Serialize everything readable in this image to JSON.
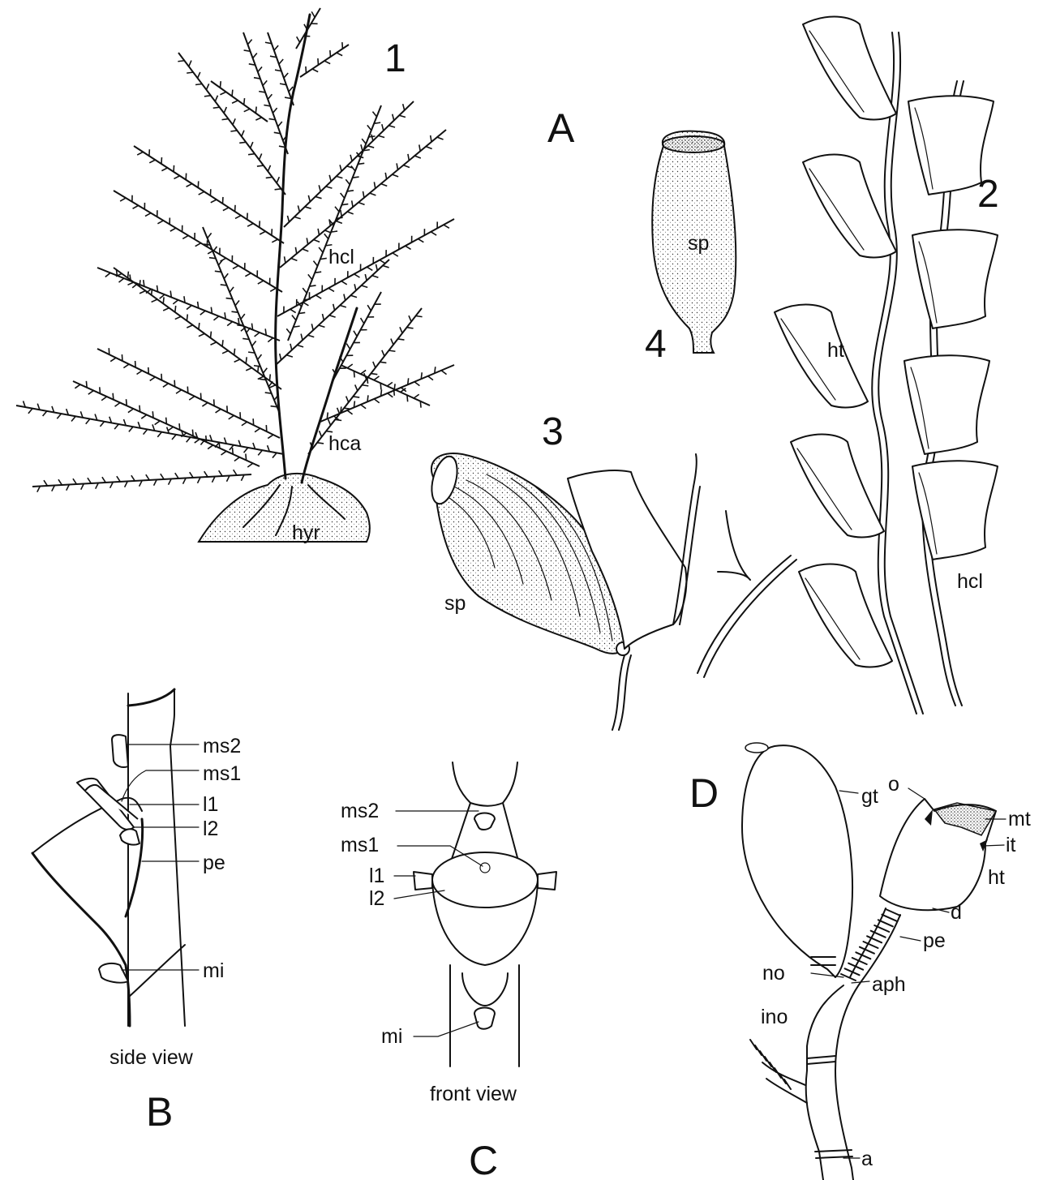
{
  "panels": {
    "A": "A",
    "B": "B",
    "C": "C",
    "D": "D"
  },
  "figure_numbers": {
    "n1": "1",
    "n2": "2",
    "n3": "3",
    "n4": "4"
  },
  "panel_A": {
    "fig1_labels": {
      "hcl": "hcl",
      "hca": "hca",
      "hyr": "hyr"
    },
    "fig2_labels": {
      "ht": "ht",
      "hcl": "hcl"
    },
    "fig3_labels": {
      "sp": "sp"
    },
    "fig4_labels": {
      "sp": "sp"
    }
  },
  "panel_B": {
    "labels": {
      "ms2": "ms2",
      "ms1": "ms1",
      "l1": "l1",
      "l2": "l2",
      "pe": "pe",
      "mi": "mi"
    },
    "caption": "side view"
  },
  "panel_C": {
    "labels": {
      "ms2": "ms2",
      "ms1": "ms1",
      "l1": "l1",
      "l2": "l2",
      "mi": "mi"
    },
    "caption": "front view"
  },
  "panel_D": {
    "labels": {
      "o": "o",
      "gt": "gt",
      "mt": "mt",
      "it": "it",
      "ht": "ht",
      "d": "d",
      "pe": "pe",
      "no": "no",
      "aph": "aph",
      "ino": "ino",
      "a": "a"
    }
  }
}
